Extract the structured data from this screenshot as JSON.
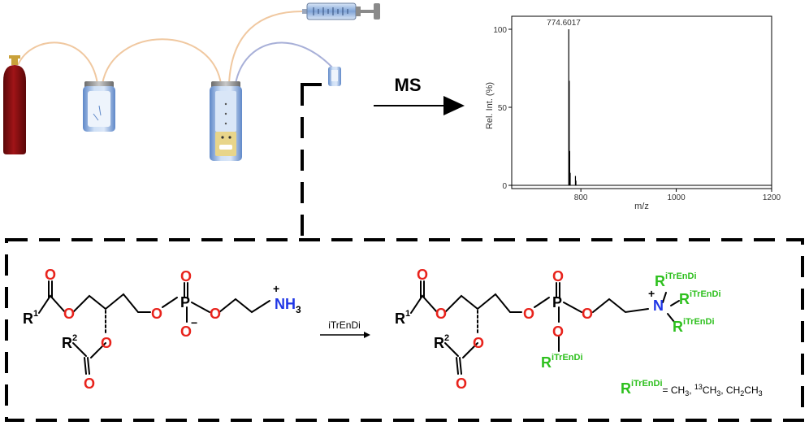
{
  "arrow_label": "MS",
  "reaction_reagent": "iTrEnDi",
  "colors": {
    "oxygen": "#e8231c",
    "nitrogen": "#1f36e6",
    "green": "#2ec01e",
    "cylinder": "#8a0f12",
    "tubing": "#f0c8a0",
    "tubing_blue": "#a8b0d8"
  },
  "chart_data": {
    "type": "line",
    "title": "",
    "peak_label": "774.6017",
    "xlabel": "m/z",
    "ylabel": "Rel. Int. (%)",
    "xlim": [
      655,
      1200
    ],
    "ylim": [
      0,
      100
    ],
    "x_ticks": [
      "800",
      "1000",
      "1200"
    ],
    "x_tick_values": [
      800,
      1000,
      1200
    ],
    "y_ticks": [
      "0",
      "50",
      "100"
    ],
    "y_tick_values": [
      0,
      50,
      100
    ],
    "peaks": [
      {
        "x": 774.6,
        "y": 100
      },
      {
        "x": 775.6,
        "y": 67
      },
      {
        "x": 776.6,
        "y": 22
      },
      {
        "x": 777.6,
        "y": 8
      },
      {
        "x": 788.6,
        "y": 6
      },
      {
        "x": 789.6,
        "y": 3
      }
    ]
  },
  "reactant": {
    "r1": "R",
    "r1_sup": "1",
    "r2": "R",
    "r2_sup": "2",
    "nh3": "NH",
    "nh3_sub": "3",
    "plus": "+",
    "minus": "−",
    "o": "O",
    "p": "P"
  },
  "product": {
    "r1": "R",
    "r1_sup": "1",
    "r2": "R",
    "r2_sup": "2",
    "n": "N",
    "plus": "+",
    "r_itr": "R",
    "r_itr_sup": "iTrEnDi",
    "o": "O",
    "p": "P"
  },
  "legend": {
    "r": "R",
    "r_sup": "iTrEnDi",
    "eq": "= CH",
    "ch3_sub": "3",
    "comma1": ", ",
    "c13_sup": "13",
    "c13": "CH",
    "c13_sub": "3",
    "comma2": ", CH",
    "ch2_sub": "2",
    "ch2ch": "CH",
    "ch2ch3_sub": "3"
  }
}
